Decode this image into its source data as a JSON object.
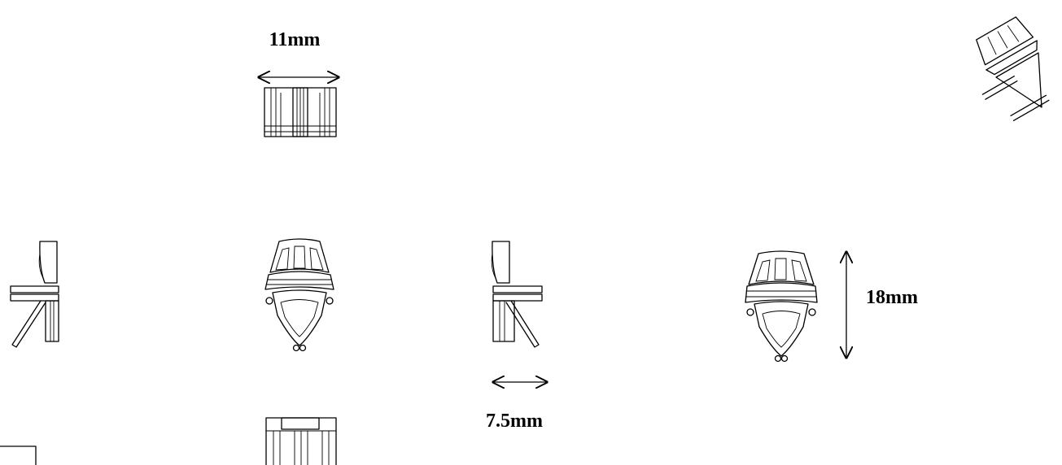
{
  "colors": {
    "background": "#ffffff",
    "ink": "#000000"
  },
  "dimensions": {
    "width_label": "11mm",
    "depth_label": "7.5mm",
    "height_label": "18mm"
  }
}
